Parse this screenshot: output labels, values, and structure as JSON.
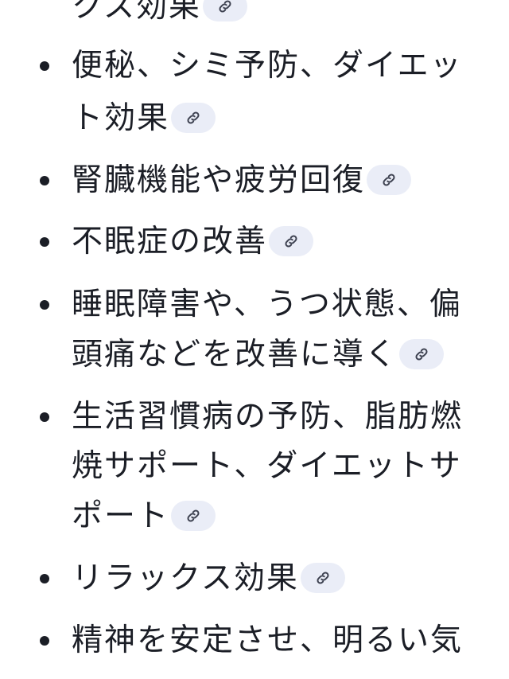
{
  "items": [
    {
      "lines": [
        "クス効果"
      ]
    },
    {
      "lines": [
        "便秘、シミ予防、ダイエッ",
        "ト効果"
      ]
    },
    {
      "lines": [
        "腎臓機能や疲労回復"
      ]
    },
    {
      "lines": [
        "不眠症の改善"
      ]
    },
    {
      "lines": [
        "睡眠障害や、うつ状態、偏",
        "頭痛などを改善に導く"
      ]
    },
    {
      "lines": [
        "生活習慣病の予防、脂肪燃",
        "焼サポート、ダイエットサ",
        "ポート"
      ]
    },
    {
      "lines": [
        "リラックス効果"
      ]
    },
    {
      "lines": [
        "精神を安定させ、明るい気"
      ]
    }
  ],
  "icons": {
    "citation": "link-icon"
  },
  "colors": {
    "text": "#1b1e26",
    "chip_bg": "#eaedf7",
    "chip_icon": "#3d4150"
  }
}
